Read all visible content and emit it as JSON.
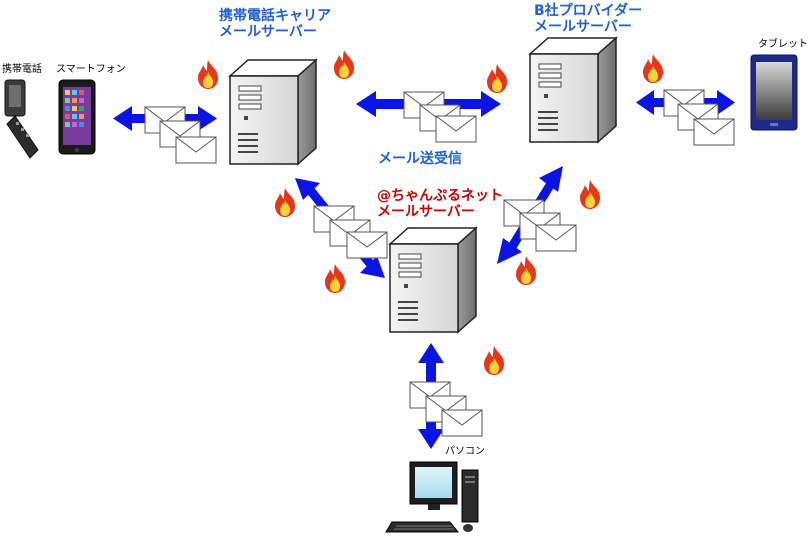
{
  "labels": {
    "carrier_server_line1": "携帯電話キャリア",
    "carrier_server_line2": "メールサーバー",
    "provider_server_line1": "B社プロバイダー",
    "provider_server_line2": "メールサーバー",
    "chanpuru_server_line1": "@ちゃんぷるネット",
    "chanpuru_server_line2": "メールサーバー",
    "mail_exchange": "メール送受信",
    "feature_phone": "携帯電話",
    "smartphone": "スマートフォン",
    "tablet": "タブレット",
    "pc": "パソコン"
  },
  "colors": {
    "arrow": "#0a14e6",
    "flame_outer": "#e8361a",
    "flame_inner": "#ffd23a",
    "carrier_label": "#1f5fd6",
    "chanpuru_label": "#cc0000"
  },
  "icons": {
    "server": "server-icon",
    "envelope": "envelope-icon",
    "flame": "fire-icon",
    "arrow": "double-arrow-icon"
  }
}
